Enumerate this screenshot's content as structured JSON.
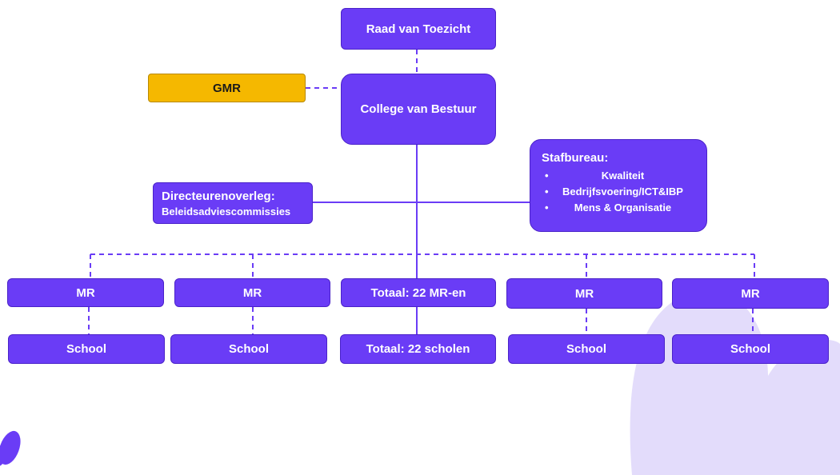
{
  "colors": {
    "box": "#6a3cf6",
    "box_border": "#4a22c9",
    "gmr": "#f5b800",
    "line": "#6a3cf6",
    "background_shape": "#e3dcfb",
    "logo": "#6a3cf6"
  },
  "nodes": {
    "raad": "Raad van Toezicht",
    "gmr": "GMR",
    "college": "College van Bestuur",
    "directeurenoverleg_title": "Directeurenoverleg:",
    "directeurenoverleg_sub": "Beleidsadviescommissies",
    "stafbureau_title": "Stafbureau:",
    "stafbureau_items": [
      "Kwaliteit",
      "Bedrijfsvoering/ICT&IBP",
      "Mens & Organisatie"
    ],
    "mr_boxes": [
      "MR",
      "MR",
      "Totaal: 22 MR-en",
      "MR",
      "MR"
    ],
    "school_boxes": [
      "School",
      "School",
      "Totaal: 22 scholen",
      "School",
      "School"
    ]
  }
}
